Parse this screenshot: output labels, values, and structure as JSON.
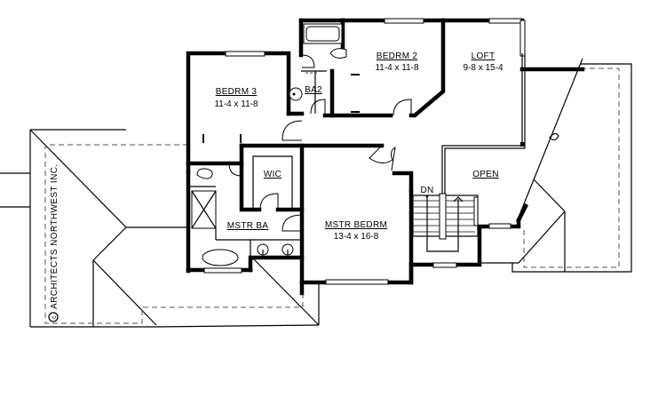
{
  "plan": {
    "rooms": [
      {
        "id": "bedrm3",
        "name": "BEDRM 3",
        "size": "11-4 x 11-8"
      },
      {
        "id": "bedrm2",
        "name": "BEDRM 2",
        "size": "11-4 x 11-8"
      },
      {
        "id": "loft",
        "name": "LOFT",
        "size": "9-8 x 15-4"
      },
      {
        "id": "ba2",
        "name": "BA2",
        "size": ""
      },
      {
        "id": "wic",
        "name": "WIC",
        "size": ""
      },
      {
        "id": "mstr_ba",
        "name": "MSTR BA",
        "size": ""
      },
      {
        "id": "mstr_bedrm",
        "name": "MSTR BEDRM",
        "size": "13-4 x 16-8"
      },
      {
        "id": "open",
        "name": "OPEN",
        "size": ""
      }
    ],
    "stair": {
      "label": "DN"
    },
    "copyright": {
      "symbol": "c",
      "text": "ARCHITECTS NORTHWEST INC."
    },
    "colors": {
      "wall": "#000000",
      "background": "#ffffff",
      "roof_line": "#000000",
      "dashed_line": "#555555"
    }
  }
}
